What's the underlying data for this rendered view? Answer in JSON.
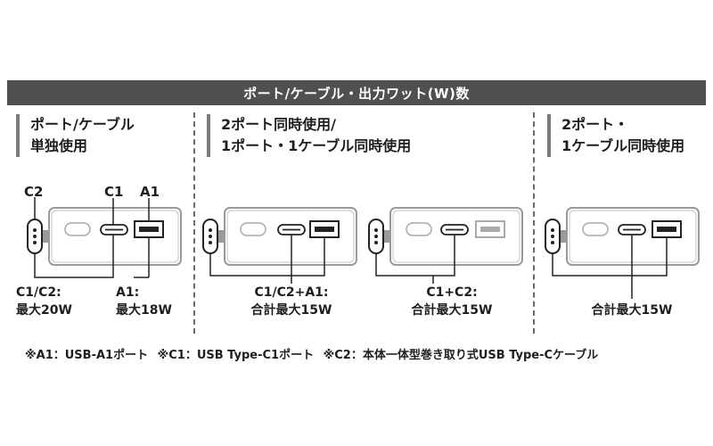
{
  "banner": {
    "title": "ポート/ケーブル・出力ワット(W)数"
  },
  "sections": [
    {
      "title_line1": "ポート/ケーブル",
      "title_line2": "単独使用"
    },
    {
      "title_line1": "2ポート同時使用/",
      "title_line2": "1ポート・1ケーブル同時使用"
    },
    {
      "title_line1": "2ポート・",
      "title_line2": "1ケーブル同時使用"
    }
  ],
  "ports": {
    "c2": "C2",
    "c1": "C1",
    "a1": "A1"
  },
  "outputs": {
    "single_c": {
      "line1": "C1/C2:",
      "line2": "最大20W"
    },
    "single_a": {
      "line1": "A1:",
      "line2": "最大18W"
    },
    "combo_c_a": {
      "line1": "C1/C2+A1:",
      "line2": "合計最大15W"
    },
    "combo_c1_c2": {
      "line1": "C1+C2:",
      "line2": "合計最大15W"
    },
    "all_three": {
      "line1": "合計最大15W"
    }
  },
  "footnotes": [
    "※A1：USB-A1ポート",
    "※C1：USB Type-C1ポート",
    "※C2：本体一体型巻き取り式USB Type-Cケーブル"
  ],
  "colors": {
    "banner_bg": "#505050",
    "device_stroke": "#9a9a9a",
    "port_stroke": "#222222",
    "lines": "#222222"
  }
}
